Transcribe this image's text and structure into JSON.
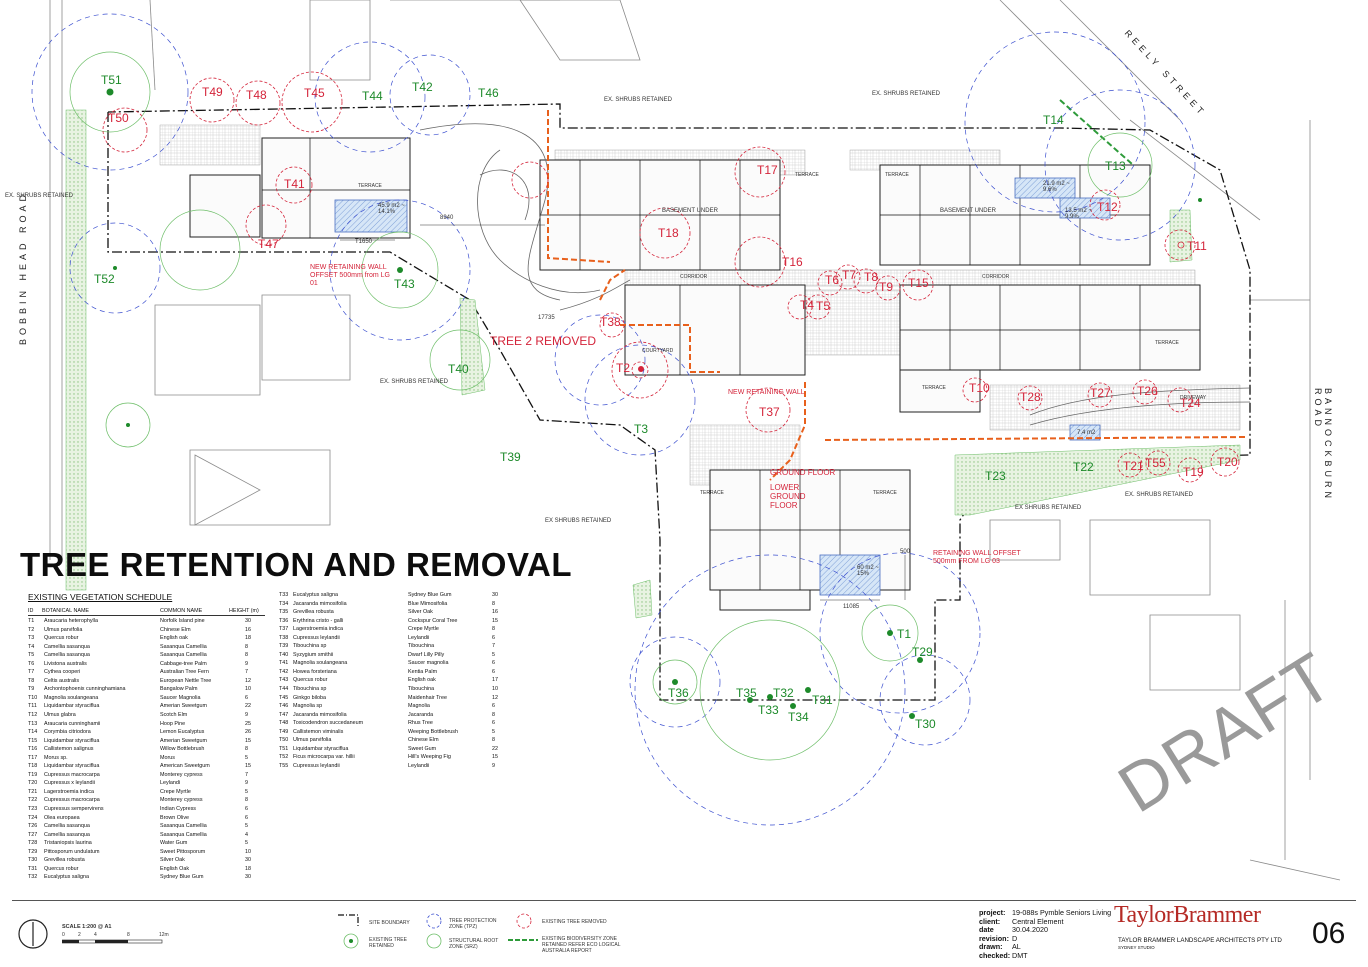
{
  "title": "TREE RETENTION AND REMOVAL",
  "watermark": "DRAFT",
  "streets": {
    "reely": "REELY STREET",
    "bobbin": "BOBBIN HEAD ROAD",
    "bannockburn": "BANNOCKBURN ROAD"
  },
  "tree_labels_removed": [
    "T49",
    "T48",
    "T45",
    "T50",
    "T41",
    "T47",
    "T17",
    "T18",
    "T16",
    "T12",
    "T11",
    "T6",
    "T7",
    "T8",
    "T9",
    "T15",
    "T4",
    "T5",
    "T38",
    "T2",
    "T37",
    "T10",
    "T28",
    "T27",
    "T26",
    "T24",
    "T21",
    "T55",
    "T19",
    "T20"
  ],
  "tree_labels_retained": [
    "T51",
    "T42",
    "T44",
    "T46",
    "T14",
    "T13",
    "T52",
    "T43",
    "T40",
    "T3",
    "T39",
    "T22",
    "T23",
    "T1",
    "T29",
    "T36",
    "T35",
    "T32",
    "T31",
    "T33",
    "T34",
    "T30"
  ],
  "annotations": {
    "ex_shrubs": "EX. SHRUBS RETAINED",
    "ex_shrubs_alt": "EX SHRUBS RETAINED",
    "ex_shrubs_spaced": "EX   SHRUBS RETAINED",
    "tree2_removed": "TREE 2 REMOVED",
    "new_retaining_wall": "NEW RETAINING WALL",
    "new_retaining_wall_offset": "NEW RETAINING WALL OFFSET 500mm from LG 01",
    "retaining_wall_offset": "RETAINING WALL OFFSET 500mm FROM LG 03",
    "ground_floor": "GROUND FLOOR",
    "lower_ground_floor": "LOWER GROUND FLOOR",
    "basement_under": "BASEMENT UNDER",
    "area_1": "45.9 m2 ~ 14.1%",
    "area_2": "21.9 m2 ~ 9.6%",
    "area_3": "13.5 m2 ~ 9.9%",
    "area_4": "60 m2 ~ 15%",
    "area_5": "7.4 m2",
    "dim_1": "8940",
    "dim_2": "T1650",
    "dim_3": "11085",
    "dim_4": "17735",
    "dim_5": "500",
    "terrace": "TERRACE",
    "corridor": "CORRIDOR",
    "courtyard": "COURTYARD",
    "driveway": "DRIVEWAY"
  },
  "schedule": {
    "title": "EXISTING VEGETATION SCHEDULE",
    "headers": {
      "id": "ID",
      "botanical": "BOTANICAL NAME",
      "common": "COMMON NAME",
      "height": "HEIGHT (m)"
    },
    "rows": [
      [
        "T1",
        "Araucaria heterophylla",
        "Norfolk Island pine",
        "30"
      ],
      [
        "T2",
        "Ulmus parvifolia",
        "Chinese Elm",
        "16"
      ],
      [
        "T3",
        "Quercus robur",
        "English oak",
        "18"
      ],
      [
        "T4",
        "Camellia sasanqua",
        "Sasanqua Camellia",
        "8"
      ],
      [
        "T5",
        "Camellia sasanqua",
        "Sasanqua Camellia",
        "8"
      ],
      [
        "T6",
        "Livistona australis",
        "Cabbage-tree Palm",
        "9"
      ],
      [
        "T7",
        "Cythea cooperi",
        "Australian Tree Fern",
        "7"
      ],
      [
        "T8",
        "Celtis australis",
        "European Nettle Tree",
        "12"
      ],
      [
        "T9",
        "Archontophoenix cunninghamiana",
        "Bangalow Palm",
        "10"
      ],
      [
        "T10",
        "Magnolia soulangeana",
        "Saucer Magnolia",
        "6"
      ],
      [
        "T11",
        "Liquidambar styraciflua",
        "Amerian Sweetgum",
        "22"
      ],
      [
        "T12",
        "Ulmus glabra",
        "Scotch Elm",
        "9"
      ],
      [
        "T13",
        "Araucaria cunninghamii",
        "Hoop Pine",
        "25"
      ],
      [
        "T14",
        "Corymbia citriodora",
        "Lemon Eucalyptus",
        "26"
      ],
      [
        "T15",
        "Liquidambar styraciflua",
        "Amerian Sweetgum",
        "15"
      ],
      [
        "T16",
        "Callistemon salignus",
        "Willow Bottlebrush",
        "8"
      ],
      [
        "T17",
        "Morus sp.",
        "Morus",
        "5"
      ],
      [
        "T18",
        "Liquidambar styraciflua",
        "American Sweetgum",
        "15"
      ],
      [
        "T19",
        "Cupressus macrocarpa",
        "Monterey cypress",
        "7"
      ],
      [
        "T20",
        "Cupressus x leylandii",
        "Leylandi",
        "9"
      ],
      [
        "T21",
        "Lagerstroemia indica",
        "Crepe Myrtle",
        "5"
      ],
      [
        "T22",
        "Cupressus macrocarpa",
        "Monterey cypress",
        "8"
      ],
      [
        "T23",
        "Cupressus sempervirens",
        "Indian Cypress",
        "6"
      ],
      [
        "T24",
        "Olea europaea",
        "Brown Olive",
        "6"
      ],
      [
        "T26",
        "Camellia sasanqua",
        "Sasanqua Camellia",
        "5"
      ],
      [
        "T27",
        "Camellia sasanqua",
        "Sasanqua Camellia",
        "4"
      ],
      [
        "T28",
        "Tristaniopsis laurina",
        "Water Gum",
        "5"
      ],
      [
        "T29",
        "Pittosporum undulatum",
        "Sweet Pittosporum",
        "10"
      ],
      [
        "T30",
        "Grevillea robusta",
        "Silver Oak",
        "30"
      ],
      [
        "T31",
        "Quercus robur",
        "English Oak",
        "18"
      ],
      [
        "T32",
        "Eucalyptus saligna",
        "Sydney Blue Gum",
        "30"
      ],
      [
        "T33",
        "Eucalyptus saligna",
        "Sydney Blue Gum",
        "30"
      ],
      [
        "T34",
        "Jacaranda mimosifolia",
        "Blue Mimosifolia",
        "8"
      ],
      [
        "T35",
        "Grevillea robusta",
        "Silver Oak",
        "16"
      ],
      [
        "T36",
        "Erythrina cristo - galli",
        "Cockspur Coral Tree",
        "15"
      ],
      [
        "T37",
        "Lagerstroemia indica",
        "Crepe Myrtle",
        "8"
      ],
      [
        "T38",
        "Cupressus leylandii",
        "Leylandii",
        "6"
      ],
      [
        "T39",
        "Tibouchina sp",
        "Tibouchina",
        "7"
      ],
      [
        "T40",
        "Syzygium smithii",
        "Dwarf Lilly Pilly",
        "5"
      ],
      [
        "T41",
        "Magnolia soulangeana",
        "Saucer magnolia",
        "6"
      ],
      [
        "T42",
        "Howea forsteriana",
        "Kentia Palm",
        "6"
      ],
      [
        "T43",
        "Quercus robur",
        "English oak",
        "17"
      ],
      [
        "T44",
        "Tibouchina sp",
        "Tibouchina",
        "10"
      ],
      [
        "T45",
        "Ginkgo biloba",
        "Maidenhair Tree",
        "12"
      ],
      [
        "T46",
        "Magnolia sp",
        "Magnolia",
        "6"
      ],
      [
        "T47",
        "Jacaranda mimosifolia",
        "Jacaranda",
        "8"
      ],
      [
        "T48",
        "Toxicodendron succedaneum",
        "Rhus Tree",
        "6"
      ],
      [
        "T49",
        "Callistemon viminalis",
        "Weeping Bottlebrush",
        "5"
      ],
      [
        "T50",
        "Ulmus parvifolia",
        "Chinese Elm",
        "8"
      ],
      [
        "T51",
        "Liquidambar styraciflua",
        "Sweet Gum",
        "22"
      ],
      [
        "T52",
        "Ficus microcarpa var. hillii",
        "Hill's Weeping Fig",
        "15"
      ],
      [
        "T55",
        "Cupressus leylandii",
        "Leylandii",
        "9"
      ]
    ]
  },
  "legend": {
    "scale": "SCALE 1:200 @ A1",
    "scale_ticks": [
      "0",
      "2",
      "4",
      "8",
      "12m"
    ],
    "site_boundary": "SITE BOUNDARY",
    "existing_tree_retained": "EXISTING TREE RETAINED",
    "tree_protection_zone": "TREE PROTECTION ZONE (TPZ)",
    "structural_root_zone": "STRUCTURAL ROOT ZONE (SRZ)",
    "existing_tree_removed": "EXISTING TREE REMOVED",
    "biodiversity_zone": "EXISTING BIODIVERSITY ZONE RETAINED REFER ECO LOGICAL AUSTRALIA REPORT"
  },
  "project_info": {
    "project_label": "project:",
    "project": "19-088s Pymble Seniors Living",
    "client_label": "client:",
    "client": "Central Element",
    "date_label": "date",
    "date": "30.04.2020",
    "revision_label": "revision:",
    "revision": "D",
    "drawn_label": "drawn:",
    "drawn": "AL",
    "checked_label": "checked:",
    "checked": "DMT"
  },
  "brand": {
    "name": "TaylorBrammer",
    "sub": "TAYLOR BRAMMER LANDSCAPE ARCHITECTS PTY LTD",
    "studio": "SYDNEY STUDIO"
  },
  "sheet_number": "06",
  "colors": {
    "removed": "#d4243a",
    "retained": "#1d8a2a",
    "tpz": "#3b4fcf",
    "srz_green": "#6fbf6a",
    "wall": "#e8601c",
    "biodiversity": "#2e9b3a"
  }
}
